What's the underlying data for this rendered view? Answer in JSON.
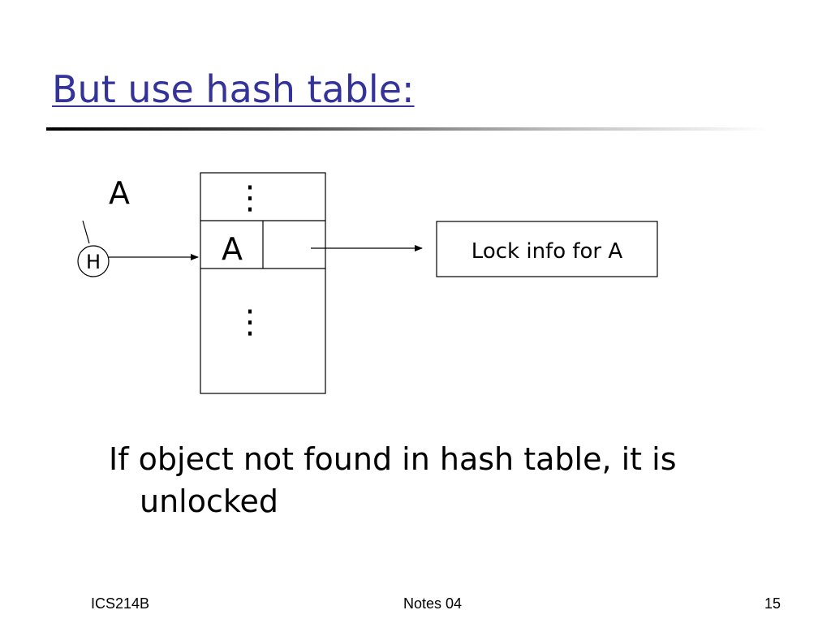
{
  "slide": {
    "title": "But use hash table:",
    "title_color": "#333399"
  },
  "diagram": {
    "key_label": "A",
    "hash_function_label": "H",
    "slot_top_dots": "⋮",
    "entry_key": "A",
    "slot_bottom_dots": "⋮",
    "lock_info_label": "Lock info for A"
  },
  "body": {
    "text": "If object not found in hash table, it is unlocked"
  },
  "footer": {
    "left": "ICS214B",
    "center": "Notes 04",
    "right": "15"
  }
}
